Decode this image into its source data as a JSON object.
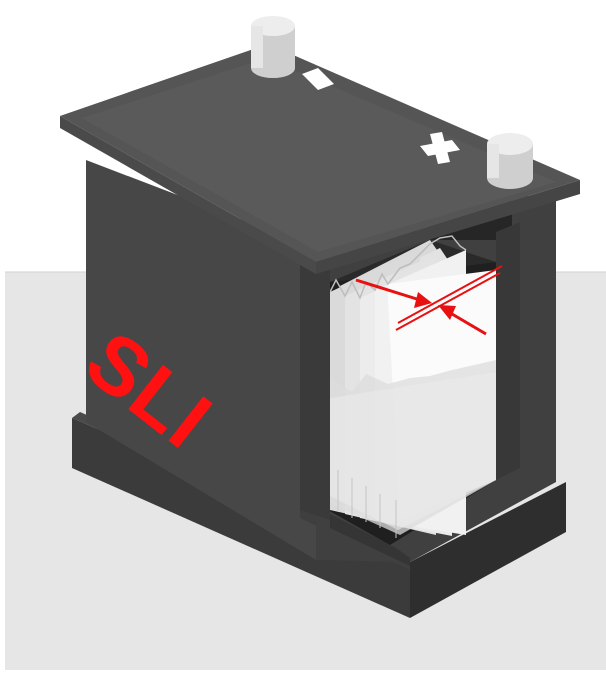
{
  "battery": {
    "label": "SLI",
    "terminals": {
      "negative_symbol": "minus-sign",
      "positive_symbol": "plus-sign"
    }
  },
  "colors": {
    "background_floor": "#e6e6e6",
    "case_body": "#474747",
    "case_top": "#555555",
    "label": "#ff1111",
    "arrows": "#e81010",
    "plates": "#f7f7f7",
    "electrolyte": "#ececec"
  }
}
